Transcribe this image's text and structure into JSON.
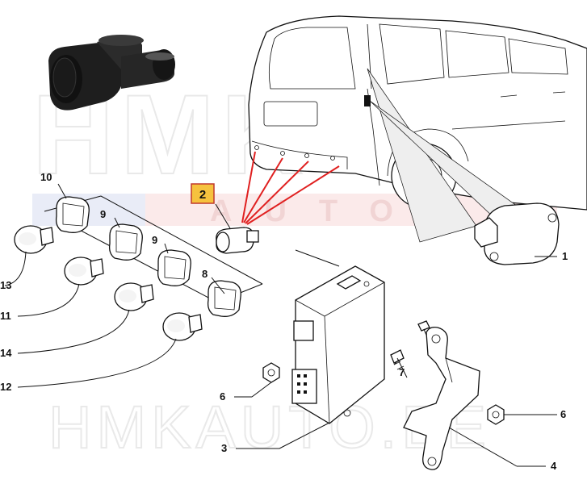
{
  "watermark": {
    "top_text": "HMK",
    "mid_text": "AUTO",
    "bottom_text": "HMKAUTO.EE"
  },
  "highlight": {
    "label": "2",
    "fill": "#f6c23e",
    "border": "#c0392b",
    "lead_color": "#e02020"
  },
  "callouts": [
    {
      "id": "1",
      "label": "1"
    },
    {
      "id": "3",
      "label": "3"
    },
    {
      "id": "4",
      "label": "4"
    },
    {
      "id": "6a",
      "label": "6"
    },
    {
      "id": "6b",
      "label": "6"
    },
    {
      "id": "7",
      "label": "7"
    },
    {
      "id": "8",
      "label": "8"
    },
    {
      "id": "9a",
      "label": "9"
    },
    {
      "id": "9b",
      "label": "9"
    },
    {
      "id": "10",
      "label": "10"
    },
    {
      "id": "11",
      "label": "11"
    },
    {
      "id": "12",
      "label": "12"
    },
    {
      "id": "13",
      "label": "13"
    },
    {
      "id": "14",
      "label": "14"
    }
  ]
}
